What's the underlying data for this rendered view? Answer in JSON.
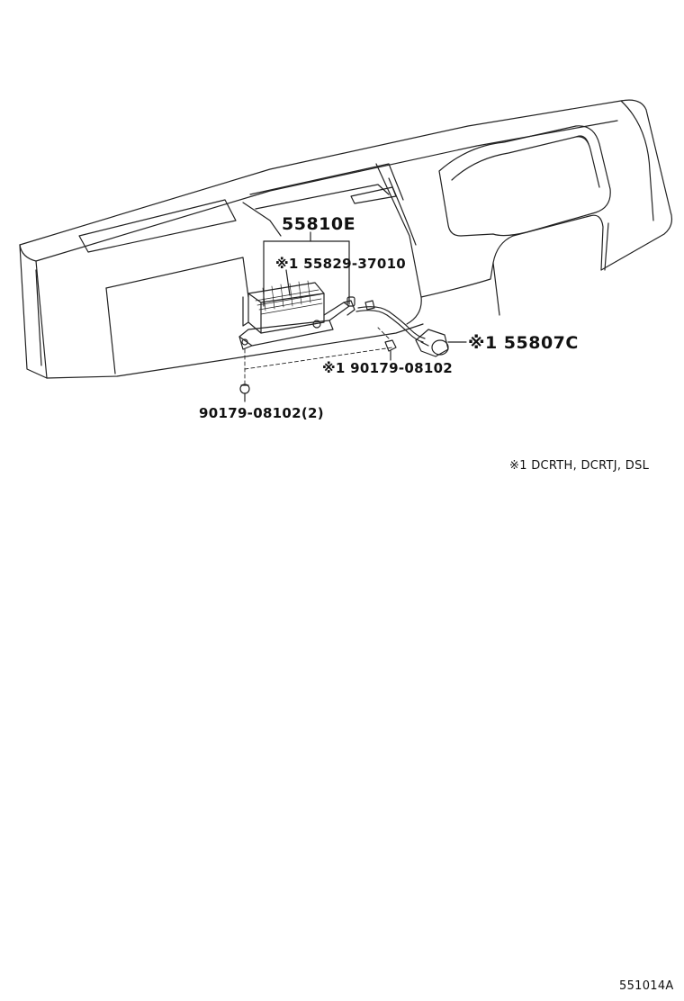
{
  "diagram": {
    "callouts": {
      "main_assembly": "55810E",
      "sub_part_a": "※1 55829-37010",
      "sub_part_b": "※1 55807C",
      "clip_right": "※1 90179-08102",
      "clip_left": "90179-08102(2)"
    },
    "footnote": "※1 DCRTH, DCRTJ, DSL",
    "illustration_id": "551014A",
    "line_color": "#222222"
  }
}
